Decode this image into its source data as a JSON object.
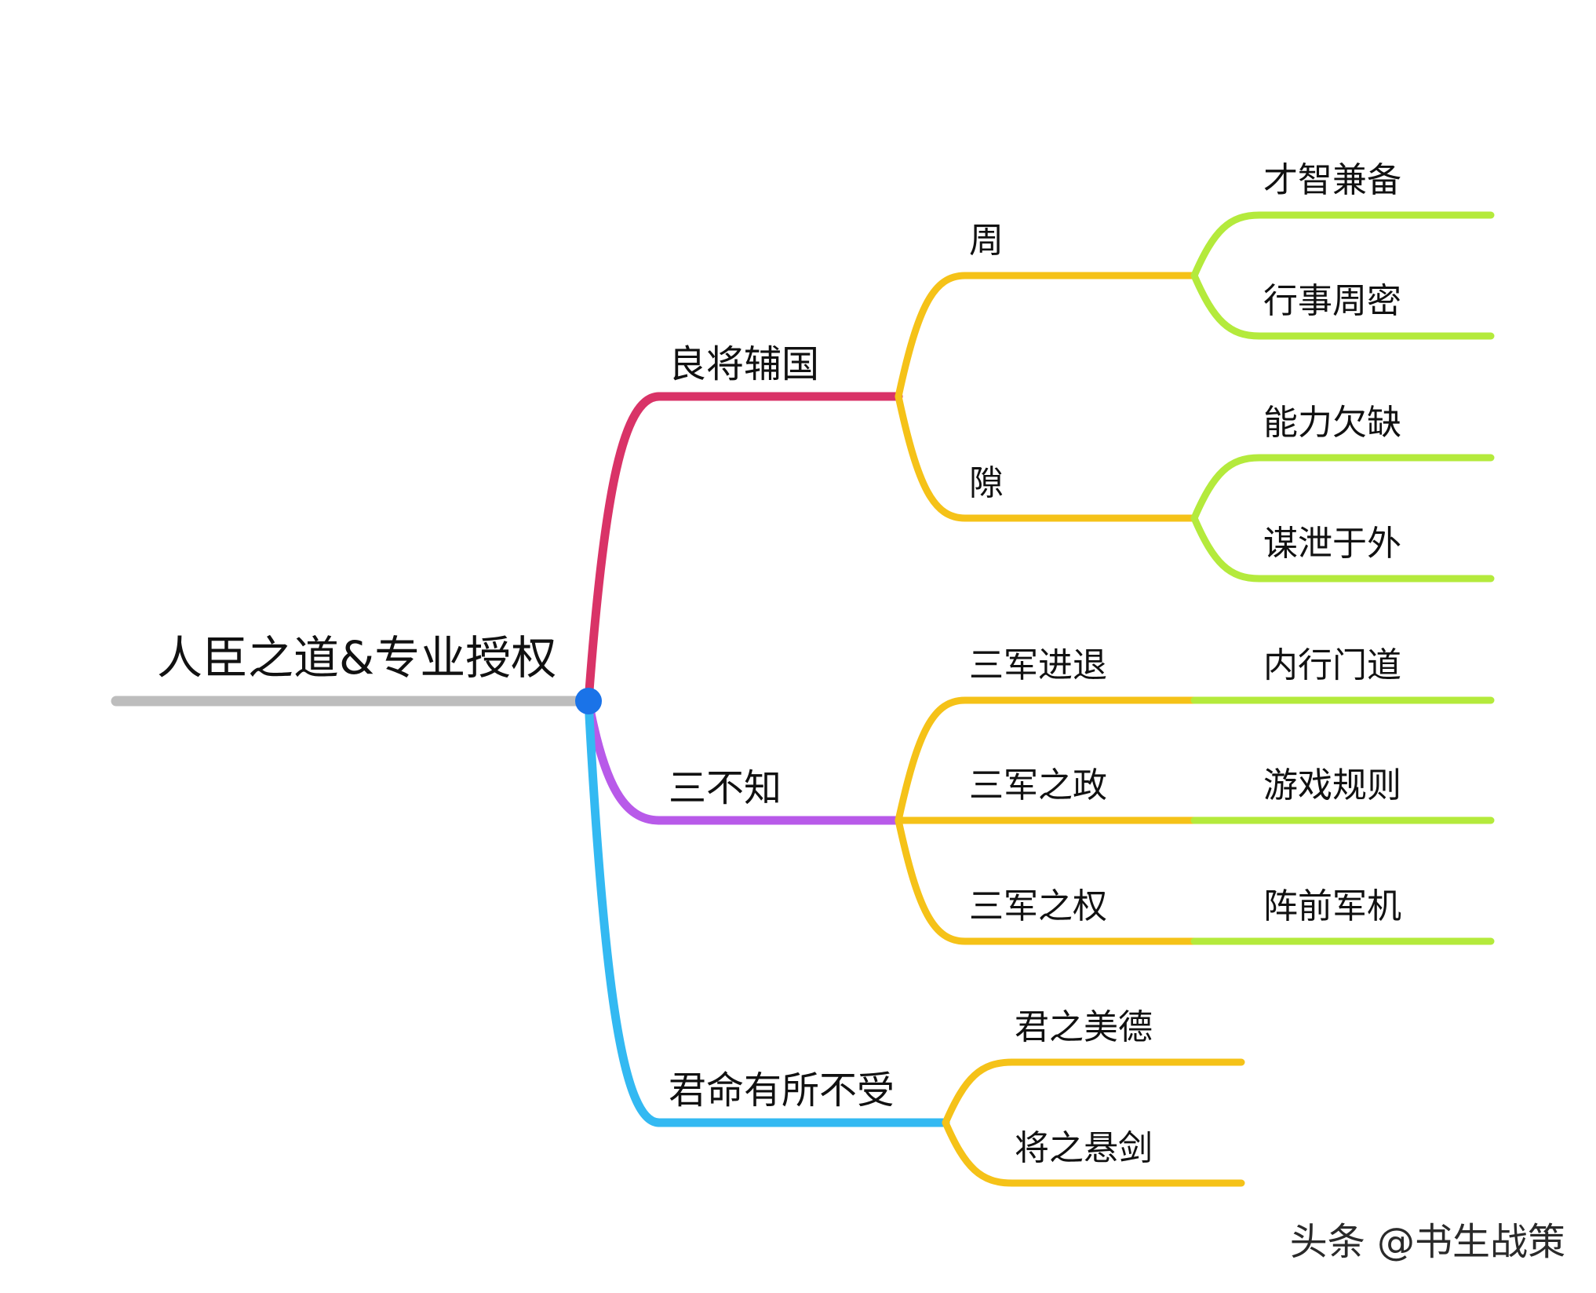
{
  "colors": {
    "root": "#bdbdbd",
    "hub": "#1a73e8",
    "branch_1": "#d93367",
    "branch_2": "#b85ae9",
    "branch_3": "#33b9f2",
    "level_2": "#f5c218",
    "level_3": "#b4ea3c"
  },
  "root": {
    "label": "人臣之道&专业授权"
  },
  "branches": [
    {
      "label": "良将辅国",
      "children": [
        {
          "label": "周",
          "children": [
            {
              "label": "才智兼备"
            },
            {
              "label": "行事周密"
            }
          ]
        },
        {
          "label": "隙",
          "children": [
            {
              "label": "能力欠缺"
            },
            {
              "label": "谋泄于外"
            }
          ]
        }
      ]
    },
    {
      "label": "三不知",
      "children": [
        {
          "label": "三军进退",
          "children": [
            {
              "label": "内行门道"
            }
          ]
        },
        {
          "label": "三军之政",
          "children": [
            {
              "label": "游戏规则"
            }
          ]
        },
        {
          "label": "三军之权",
          "children": [
            {
              "label": "阵前军机"
            }
          ]
        }
      ]
    },
    {
      "label": "君命有所不受",
      "children": [
        {
          "label": "君之美德"
        },
        {
          "label": "将之悬剑"
        }
      ]
    }
  ],
  "watermark": "头条 @书生战策"
}
